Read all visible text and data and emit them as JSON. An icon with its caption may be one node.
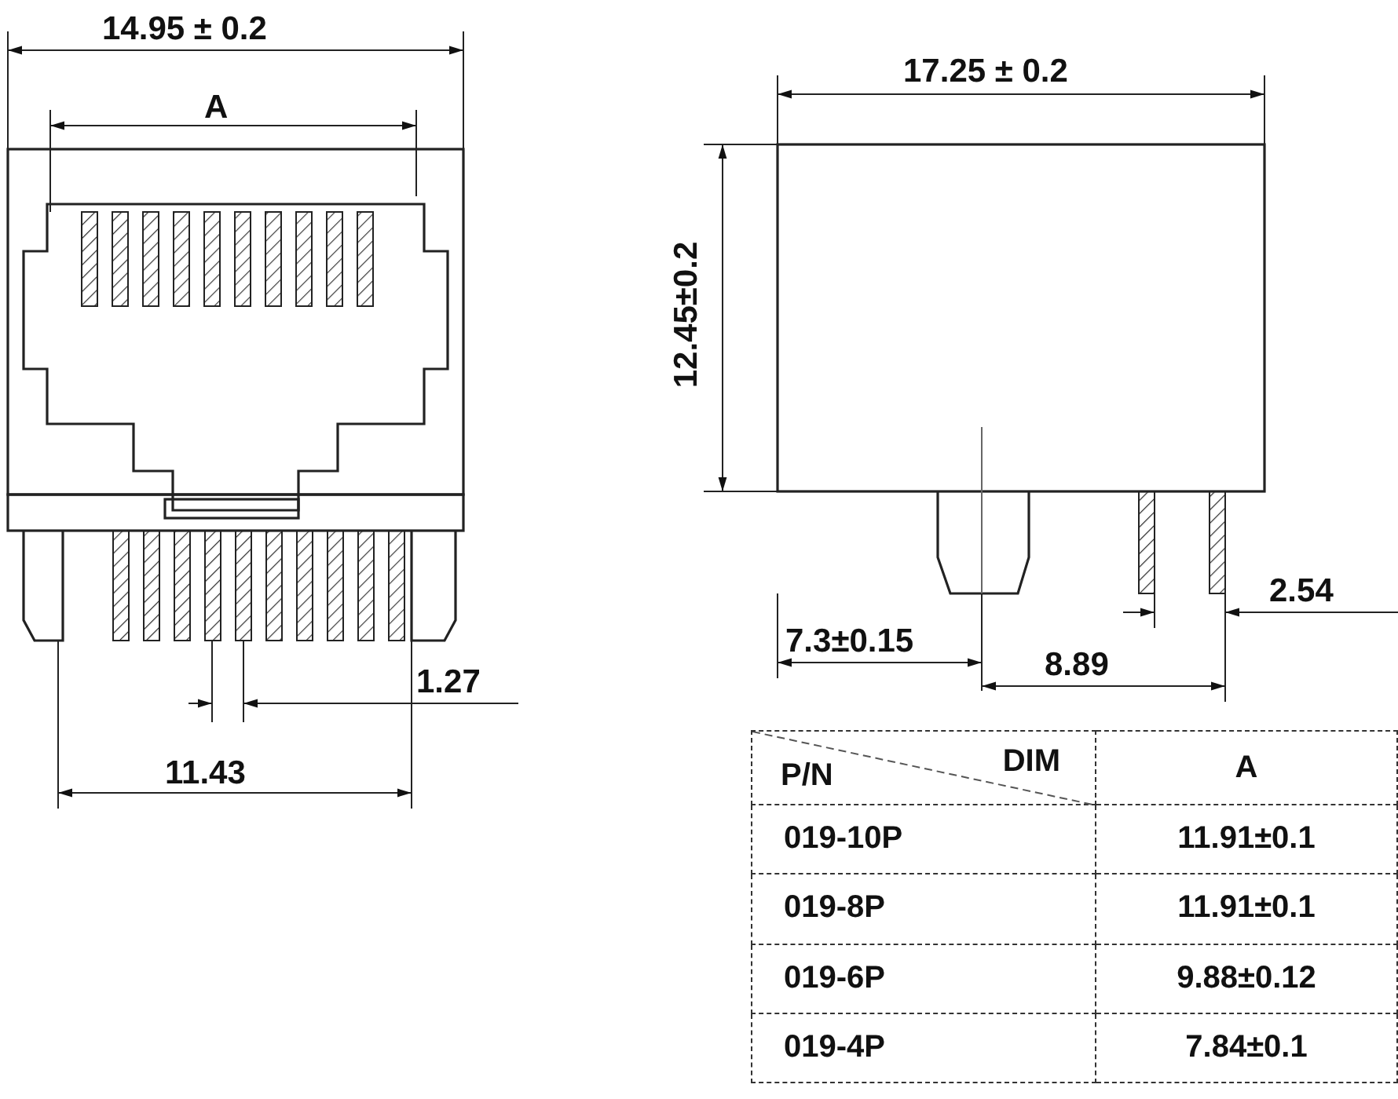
{
  "diagram": {
    "labels": [
      "14.95 ± 0.2",
      "A",
      "17.25 ± 0.2",
      "12.45±0.2",
      "1.27",
      "11.43",
      "7.3±0.15",
      "8.89",
      "2.54",
      "P/N",
      "DIM",
      "A",
      "019-10P",
      "11.91±0.1",
      "019-8P",
      "11.91±0.1",
      "019-6P",
      "9.88±0.12",
      "019-4P",
      "7.84±0.1"
    ]
  }
}
